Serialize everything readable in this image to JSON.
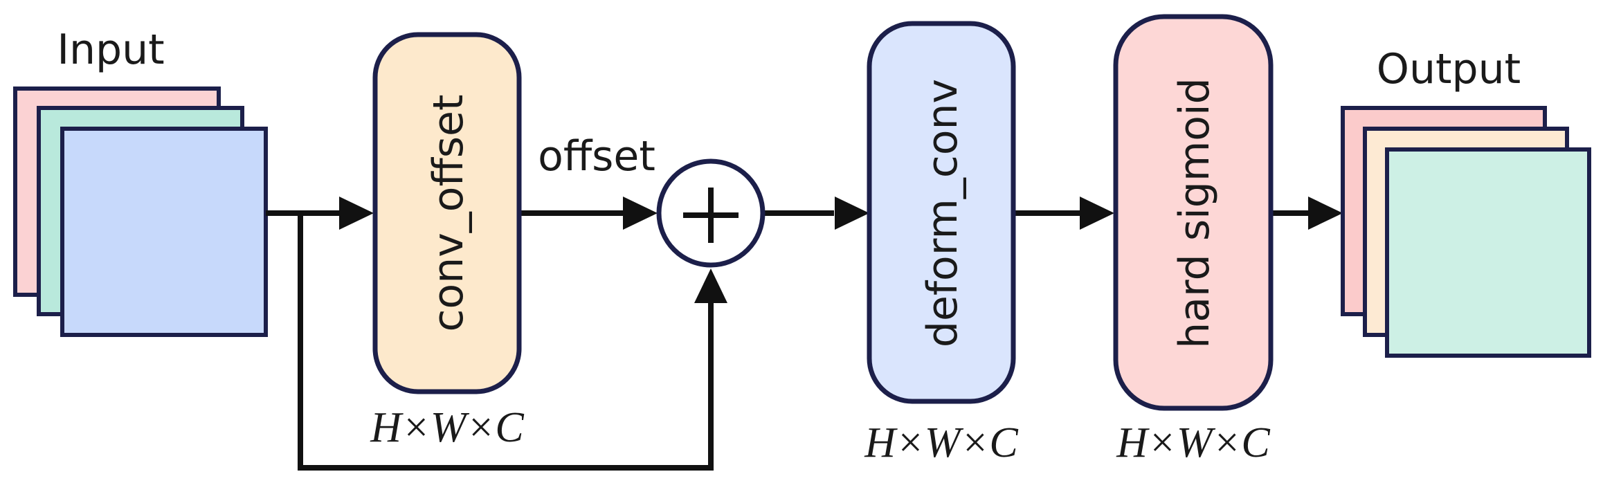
{
  "colors": {
    "outline": "#1c1f4a",
    "arrow": "#111111",
    "conv_offset_fill": "#fde9cc",
    "deform_conv_fill": "#dae5fd",
    "hard_sigmoid_fill": "#fdd7d6",
    "input_layers": [
      "#fbd2d3",
      "#b9e9dc",
      "#c7d9fb"
    ],
    "output_layers": [
      "#fbcbcb",
      "#fdead3",
      "#cdf0e5"
    ]
  },
  "input": {
    "label": "Input"
  },
  "output": {
    "label": "Output"
  },
  "conv_offset": {
    "label": "conv_offset",
    "dims": "H×W×C"
  },
  "offset_edge": {
    "label": "offset"
  },
  "add_node": {
    "symbol": "+"
  },
  "deform_conv": {
    "label": "deform_conv",
    "dims": "H×W×C"
  },
  "hard_sigmoid": {
    "label": "hard sigmoid",
    "dims": "H×W×C"
  }
}
